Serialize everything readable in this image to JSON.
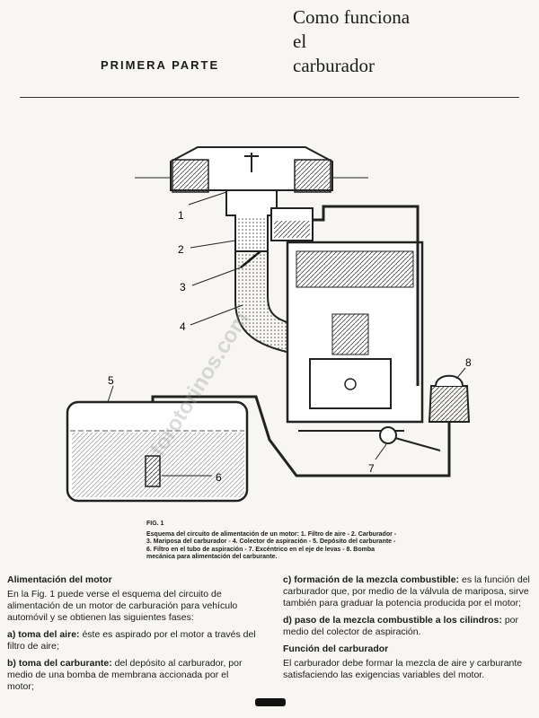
{
  "header": {
    "section_label": "PRIMERA PARTE",
    "title": "Como funciona\nel\ncarburador"
  },
  "figure": {
    "callouts": [
      "1",
      "2",
      "3",
      "4",
      "5",
      "6",
      "7",
      "8"
    ],
    "watermark": "forotorinos.com"
  },
  "caption": {
    "label": "FIG. 1",
    "text": "Esquema del circuito de alimentación de un motor: 1. Filtro de aire - 2. Carburador - 3. Mariposa del carburador - 4. Colector de aspiración - 5. Depósito del carburante - 6. Filtro en el tubo de aspiración - 7. Excéntrico en el eje de levas - 8. Bomba mecánica para alimentación del carburante."
  },
  "left_column": {
    "heading": "Alimentación del motor",
    "intro": "En la Fig. 1 puede verse el esquema del circuito de alimentación de un motor de carburación para vehículo automóvil y se obtienen las siguientes fases:",
    "item_a_label": "a) toma del aire:",
    "item_a_text": " éste es aspirado por el motor a través del filtro de aire;",
    "item_b_label": "b) toma del carburante:",
    "item_b_text": " del depósito al carburador, por medio de una bomba de membrana accionada por el motor;"
  },
  "right_column": {
    "item_c_label": "c) formación de la mezcla combustible:",
    "item_c_text": " es la función del carburador que, por medio de la válvula de mariposa, sirve también para graduar la potencia producida por el motor;",
    "item_d_label": "d) paso de la mezcla combustible a los cilindros:",
    "item_d_text": " por medio del colector de aspiración.",
    "heading": "Función del carburador",
    "body": "El carburador debe formar la mezcla de aire y carburante satisfaciendo las exigencias variables del motor."
  }
}
